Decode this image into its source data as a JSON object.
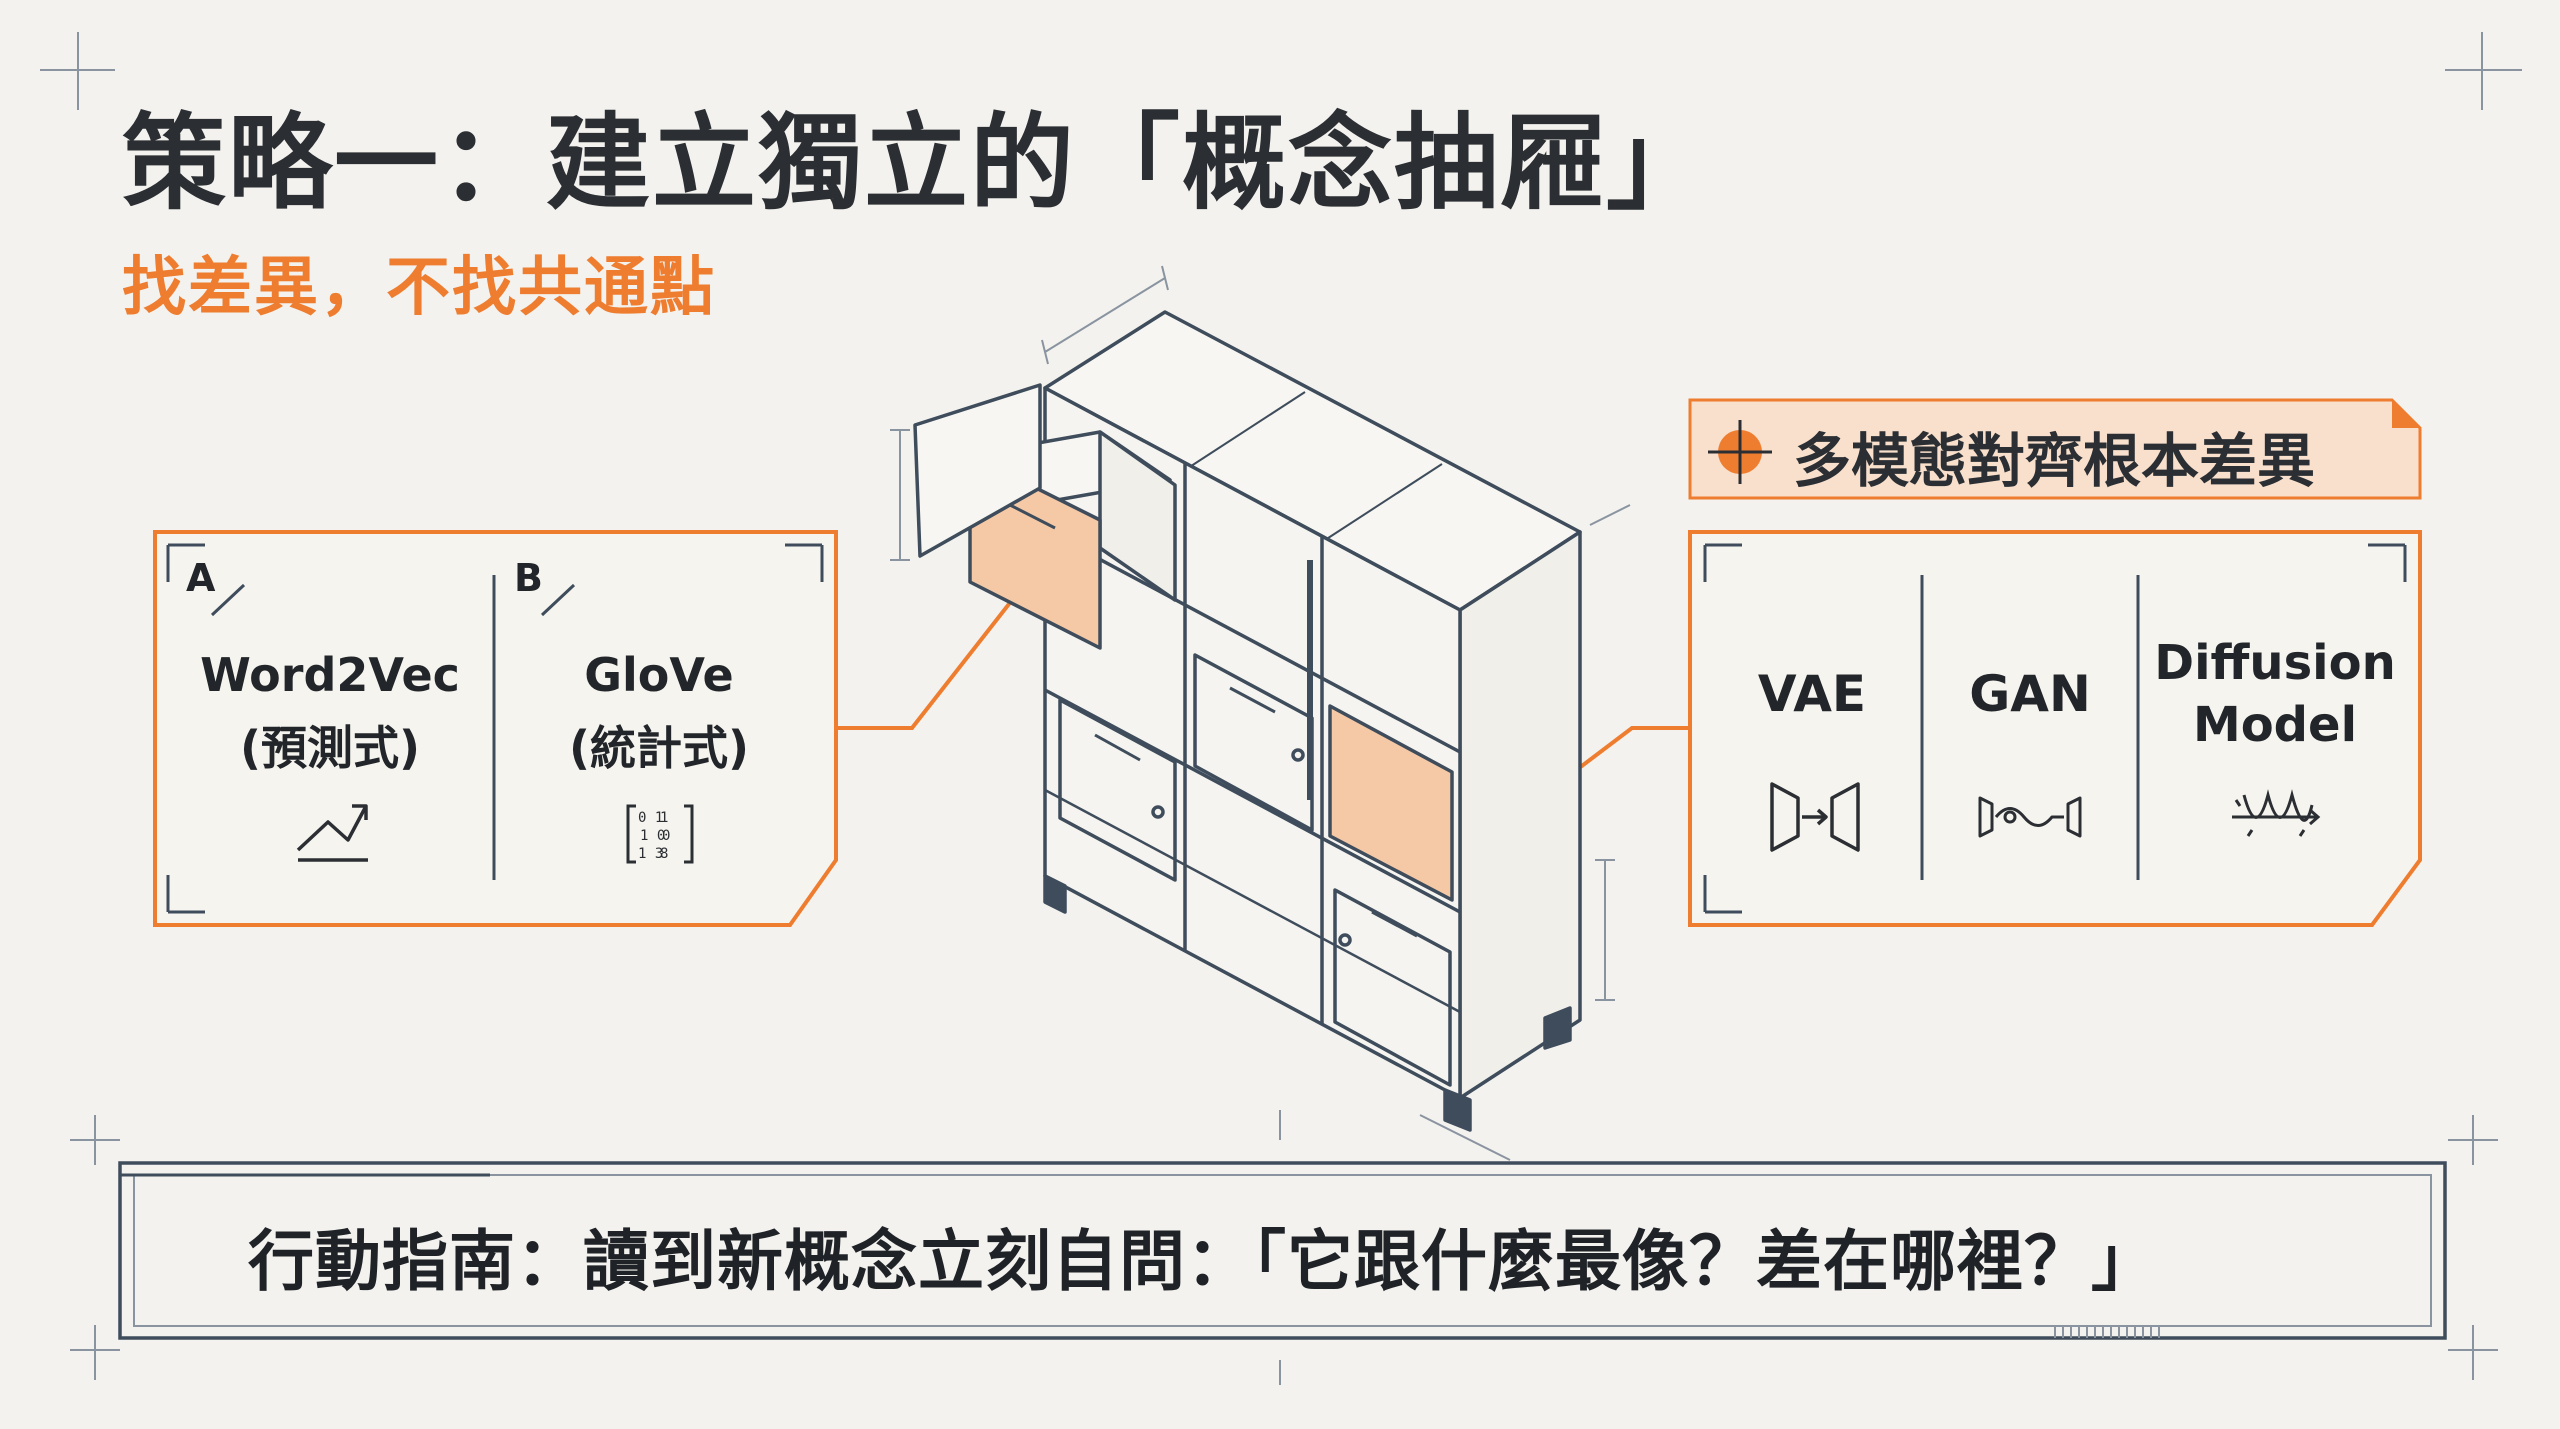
{
  "slide": {
    "title": "策略一：建立獨立的「概念抽屜」",
    "subtitle": "找差異，不找共通點"
  },
  "left_panel": {
    "columns": [
      {
        "letter": "A",
        "name": "Word2Vec",
        "method": "(預測式)",
        "icon": "trend-arrow-icon"
      },
      {
        "letter": "B",
        "name": "GloVe",
        "method": "(統計式)",
        "icon": "count-matrix-icon"
      }
    ]
  },
  "right_panel": {
    "tag": "多模態對齊根本差異",
    "tag_icon": "crosshair-icon",
    "models": [
      {
        "name": "VAE",
        "icon": "encoder-decoder-icon"
      },
      {
        "name": "GAN",
        "icon": "generator-discriminator-icon"
      },
      {
        "name": "Diffusion",
        "name2": "Model",
        "icon": "noise-wave-icon"
      }
    ]
  },
  "guide": {
    "text": "行動指南：讀到新概念立刻自問：「它跟什麼最像？差在哪裡？」"
  },
  "colors": {
    "accent": "#ee7d30",
    "ink": "#2b2f33",
    "blueprint": "#3e4c5c",
    "highlight_fill": "#f6c9a6",
    "background": "#f3f2ee"
  }
}
